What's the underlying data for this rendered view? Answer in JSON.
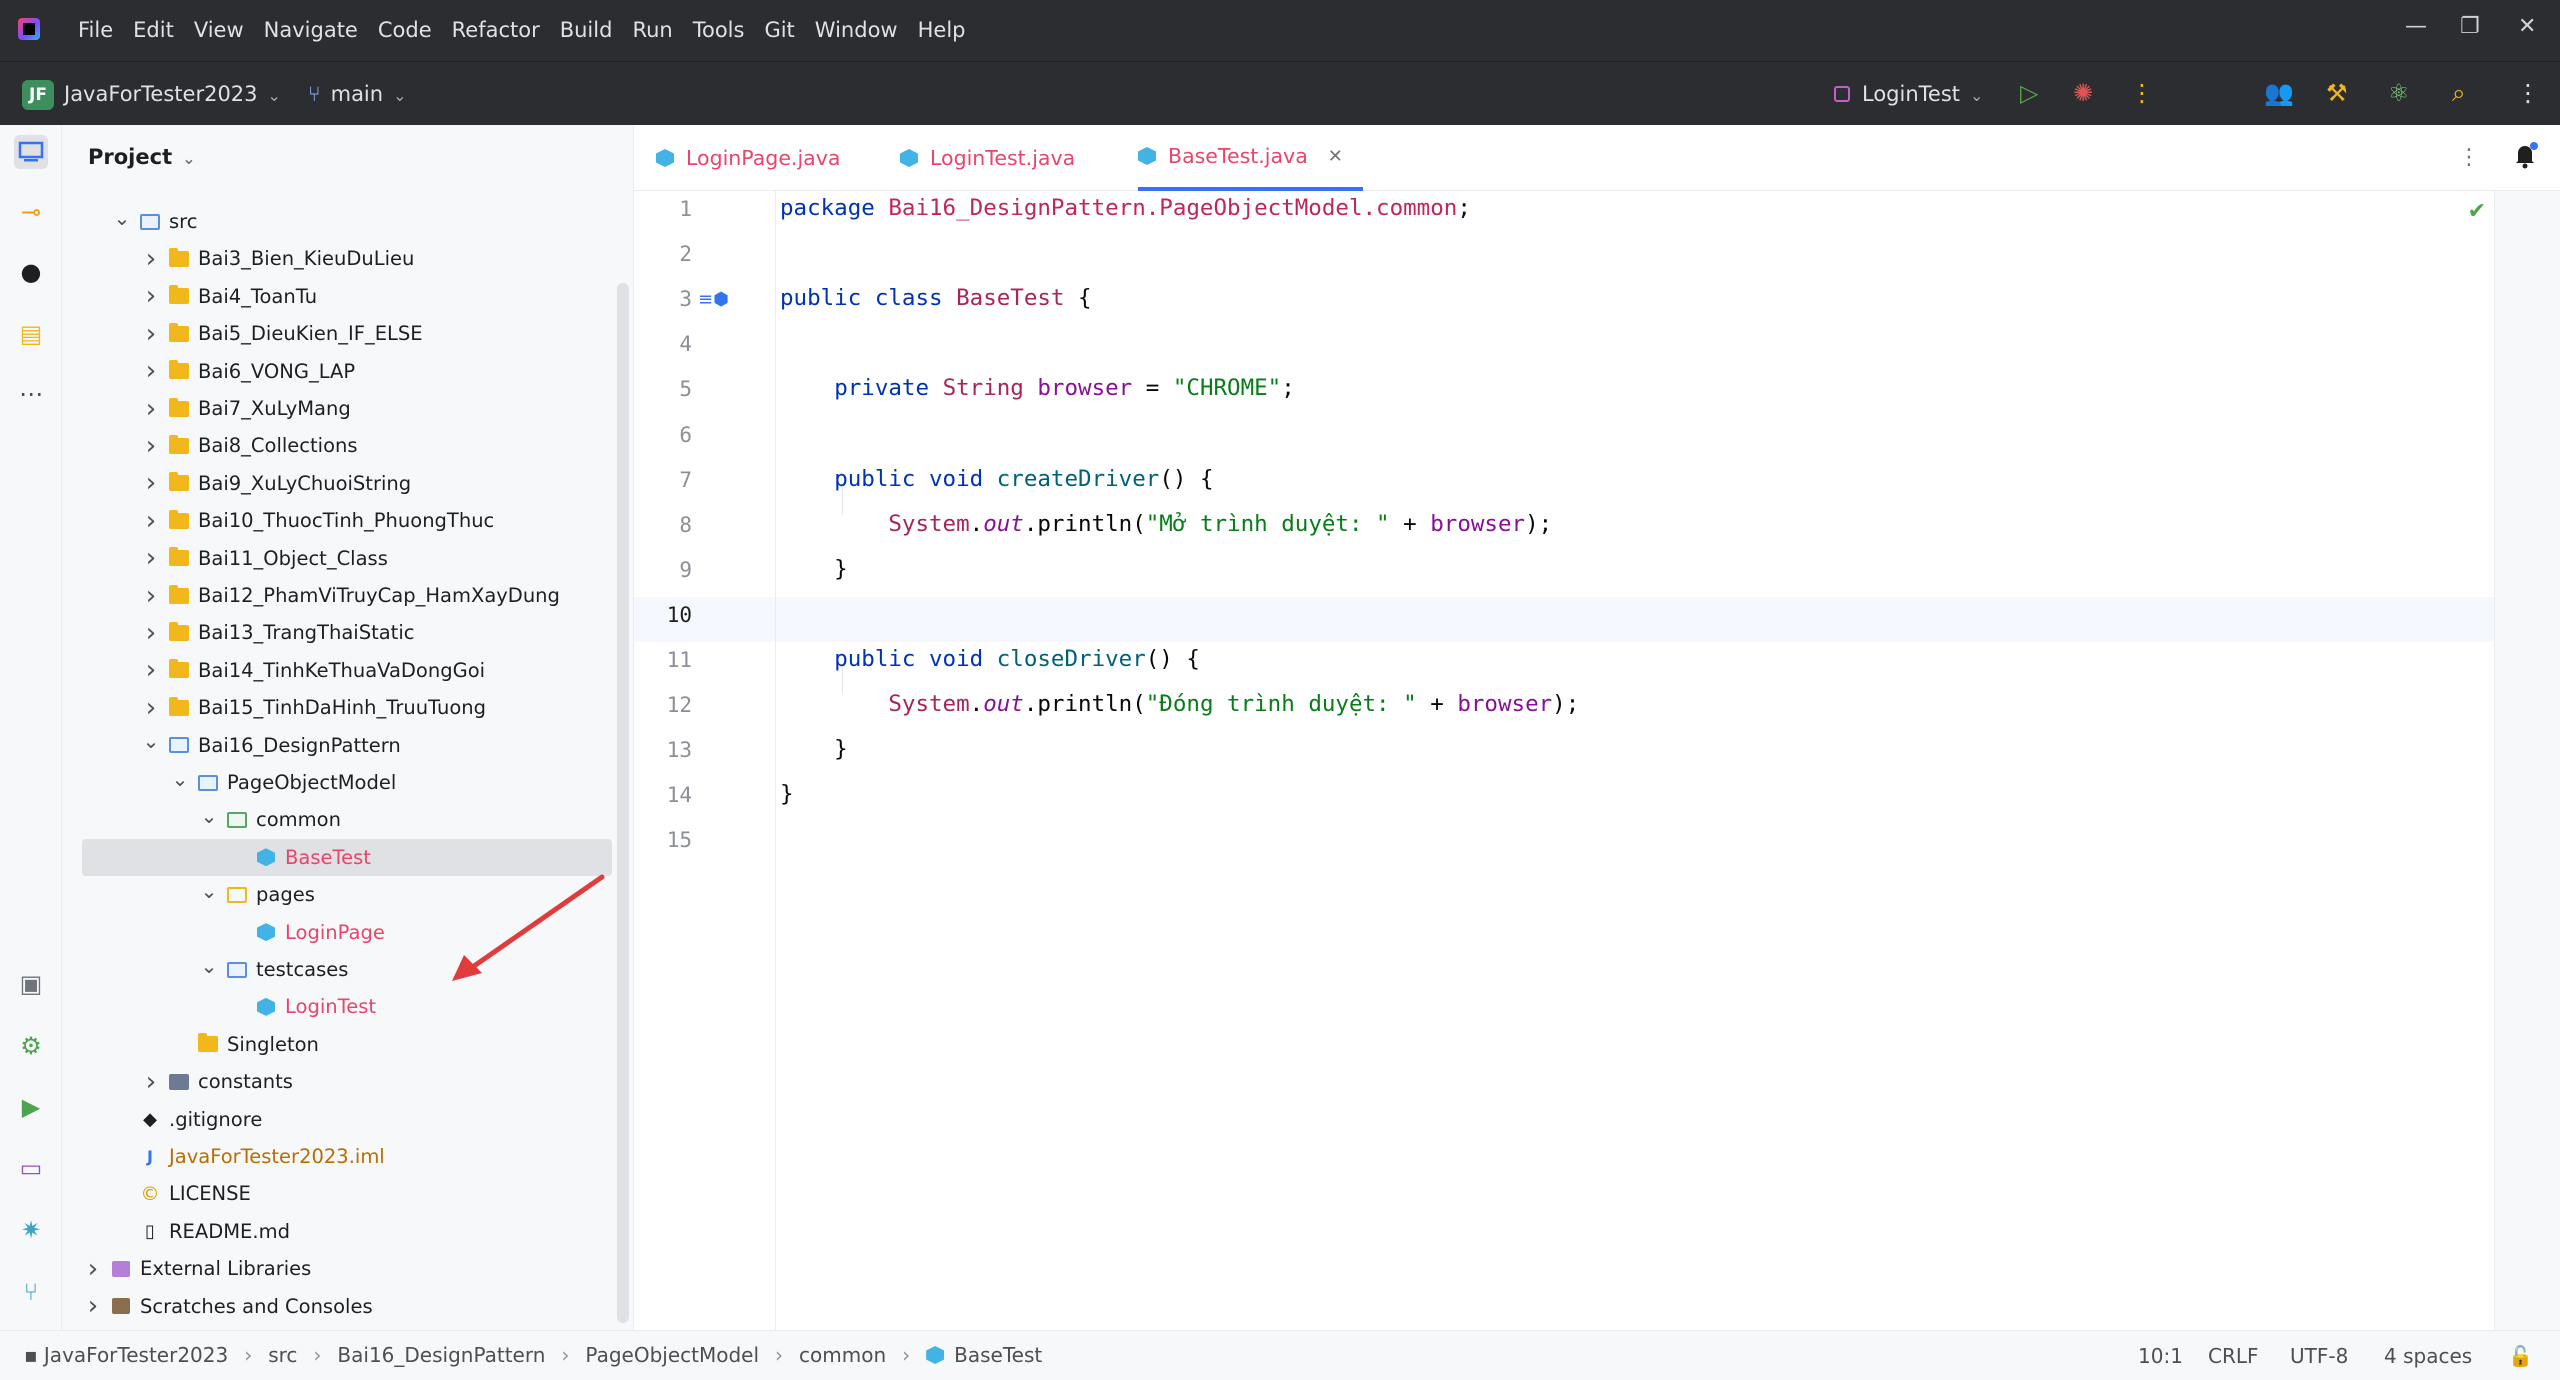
{
  "menu": [
    "File",
    "Edit",
    "View",
    "Navigate",
    "Code",
    "Refactor",
    "Build",
    "Run",
    "Tools",
    "Git",
    "Window",
    "Help"
  ],
  "project_badge": "JF",
  "project_name": "JavaForTester2023",
  "branch": "main",
  "run_config": "LoginTest",
  "project_panel_title": "Project",
  "tree": [
    {
      "label": "src",
      "depth": 1,
      "arrow": "open",
      "icon": "folder-b"
    },
    {
      "label": "Bai3_Bien_KieuDuLieu",
      "depth": 2,
      "arrow": "closed",
      "icon": "folder-y"
    },
    {
      "label": "Bai4_ToanTu",
      "depth": 2,
      "arrow": "closed",
      "icon": "folder-y"
    },
    {
      "label": "Bai5_DieuKien_IF_ELSE",
      "depth": 2,
      "arrow": "closed",
      "icon": "folder-y"
    },
    {
      "label": "Bai6_VONG_LAP",
      "depth": 2,
      "arrow": "closed",
      "icon": "folder-y"
    },
    {
      "label": "Bai7_XuLyMang",
      "depth": 2,
      "arrow": "closed",
      "icon": "folder-y"
    },
    {
      "label": "Bai8_Collections",
      "depth": 2,
      "arrow": "closed",
      "icon": "folder-y"
    },
    {
      "label": "Bai9_XuLyChuoiString",
      "depth": 2,
      "arrow": "closed",
      "icon": "folder-y"
    },
    {
      "label": "Bai10_ThuocTinh_PhuongThuc",
      "depth": 2,
      "arrow": "closed",
      "icon": "folder-y"
    },
    {
      "label": "Bai11_Object_Class",
      "depth": 2,
      "arrow": "closed",
      "icon": "folder-y"
    },
    {
      "label": "Bai12_PhamViTruyCap_HamXayDung",
      "depth": 2,
      "arrow": "closed",
      "icon": "folder-y"
    },
    {
      "label": "Bai13_TrangThaiStatic",
      "depth": 2,
      "arrow": "closed",
      "icon": "folder-y"
    },
    {
      "label": "Bai14_TinhKeThuaVaDongGoi",
      "depth": 2,
      "arrow": "closed",
      "icon": "folder-y"
    },
    {
      "label": "Bai15_TinhDaHinh_TruuTuong",
      "depth": 2,
      "arrow": "closed",
      "icon": "folder-y"
    },
    {
      "label": "Bai16_DesignPattern",
      "depth": 2,
      "arrow": "open",
      "icon": "folder-b"
    },
    {
      "label": "PageObjectModel",
      "depth": 3,
      "arrow": "open",
      "icon": "folder-b"
    },
    {
      "label": "common",
      "depth": 4,
      "arrow": "open",
      "icon": "folder-g"
    },
    {
      "label": "BaseTest",
      "depth": 5,
      "arrow": "none",
      "icon": "cube",
      "color": "red",
      "selected": true
    },
    {
      "label": "pages",
      "depth": 4,
      "arrow": "open",
      "icon": "folder-o"
    },
    {
      "label": "LoginPage",
      "depth": 5,
      "arrow": "none",
      "icon": "cube",
      "color": "red"
    },
    {
      "label": "testcases",
      "depth": 4,
      "arrow": "open",
      "icon": "folder-b"
    },
    {
      "label": "LoginTest",
      "depth": 5,
      "arrow": "none",
      "icon": "cube",
      "color": "red"
    },
    {
      "label": "Singleton",
      "depth": 3,
      "arrow": "none",
      "icon": "folder-y"
    },
    {
      "label": "constants",
      "depth": 2,
      "arrow": "closed",
      "icon": "folder-lib"
    },
    {
      "label": ".gitignore",
      "depth": 1,
      "arrow": "none",
      "icon": "git"
    },
    {
      "label": "JavaForTester2023.iml",
      "depth": 1,
      "arrow": "none",
      "icon": "iml",
      "color": "orange"
    },
    {
      "label": "LICENSE",
      "depth": 1,
      "arrow": "none",
      "icon": "license"
    },
    {
      "label": "README.md",
      "depth": 1,
      "arrow": "none",
      "icon": "md"
    },
    {
      "label": "External Libraries",
      "depth": 0,
      "arrow": "closed",
      "icon": "lib"
    },
    {
      "label": "Scratches and Consoles",
      "depth": 0,
      "arrow": "closed",
      "icon": "scratch"
    }
  ],
  "tabs": [
    {
      "label": "LoginPage.java"
    },
    {
      "label": "LoginTest.java"
    },
    {
      "label": "BaseTest.java",
      "active": true
    }
  ],
  "code_lines": [
    {
      "n": "1",
      "html": "<span class=\"kw\">package</span> <span class=\"pkg\">Bai16_DesignPattern.PageObjectModel.common</span>;"
    },
    {
      "n": "2",
      "html": ""
    },
    {
      "n": "3",
      "html": "<span class=\"kw\">public class</span> <span class=\"cls\">BaseTest</span> {"
    },
    {
      "n": "4",
      "html": ""
    },
    {
      "n": "5",
      "html": "    <span class=\"kw\">private</span> <span class=\"cls\">String</span> <span class=\"fld\">browser</span> = <span class=\"str\">\"CHROME\"</span>;"
    },
    {
      "n": "6",
      "html": ""
    },
    {
      "n": "7",
      "html": "    <span class=\"kw\">public void</span> <span class=\"fn\">createDriver</span>() {"
    },
    {
      "n": "8",
      "html": "        <span class=\"cls\">System</span>.<span class=\"it\">out</span>.println(<span class=\"str\">\"Mở trình duyệt: \"</span> + <span class=\"fld\">browser</span>);"
    },
    {
      "n": "9",
      "html": "    }"
    },
    {
      "n": "10",
      "html": ""
    },
    {
      "n": "11",
      "html": "    <span class=\"kw\">public void</span> <span class=\"fn\">closeDriver</span>() {"
    },
    {
      "n": "12",
      "html": "        <span class=\"cls\">System</span>.<span class=\"it\">out</span>.println(<span class=\"str\">\"Đóng trình duyệt: \"</span> + <span class=\"fld\">browser</span>);"
    },
    {
      "n": "13",
      "html": "    }"
    },
    {
      "n": "14",
      "html": "}"
    },
    {
      "n": "15",
      "html": ""
    }
  ],
  "breadcrumbs": [
    "JavaForTester2023",
    "src",
    "Bai16_DesignPattern",
    "PageObjectModel",
    "common",
    "BaseTest"
  ],
  "status": {
    "position": "10:1",
    "line_ending": "CRLF",
    "encoding": "UTF-8",
    "indent": "4 spaces"
  }
}
